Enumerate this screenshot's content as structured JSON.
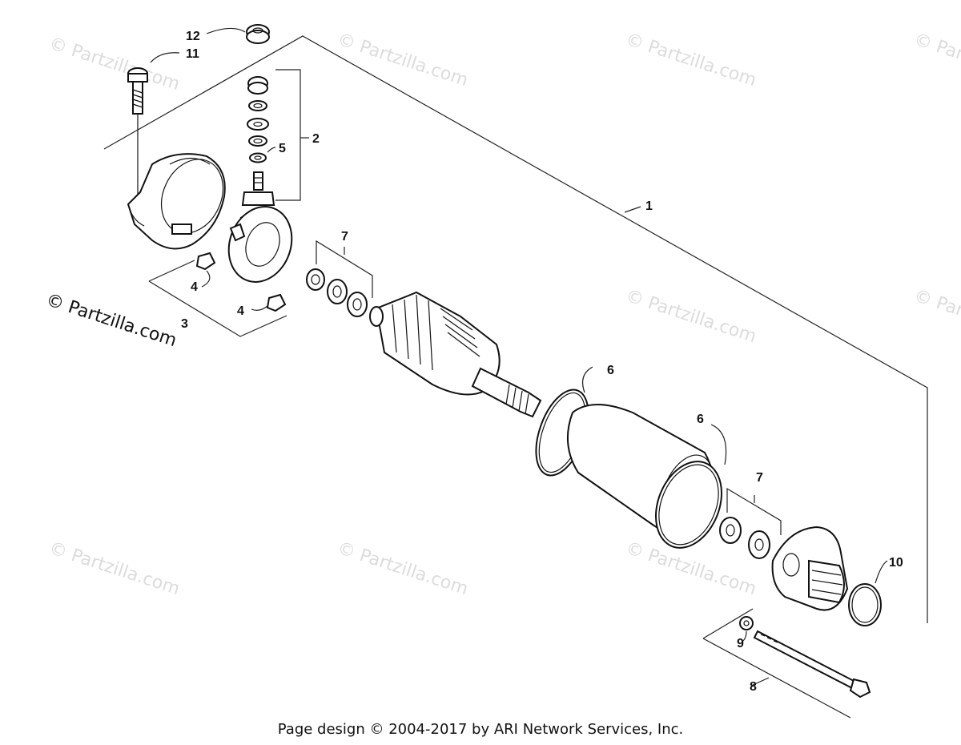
{
  "watermark": {
    "text": "© Partzilla.com"
  },
  "brand_label": "© Partzilla.com",
  "footer": "Page design © 2004-2017 by ARI Network Services, Inc.",
  "callouts": {
    "c1": "1",
    "c2": "2",
    "c3": "3",
    "c4a": "4",
    "c4b": "4",
    "c5": "5",
    "c6a": "6",
    "c6b": "6",
    "c7a": "7",
    "c7b": "7",
    "c8": "8",
    "c9": "9",
    "c10": "10",
    "c11": "11",
    "c12": "12"
  },
  "colors": {
    "line": "#111111",
    "watermark": "#dcdcdc",
    "background": "#ffffff"
  }
}
